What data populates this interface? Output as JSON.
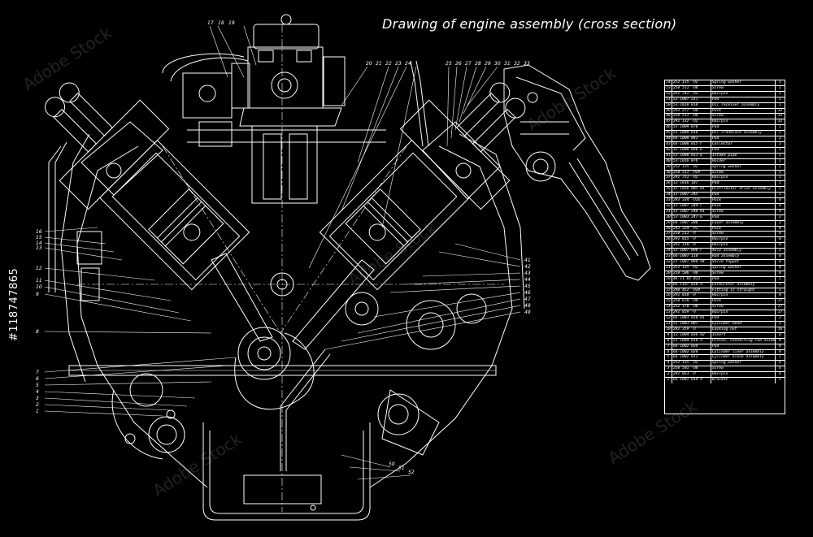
{
  "title": "Drawing of engine assembly (cross section)",
  "stock_id": "#118747865",
  "watermark": "Adobe Stock",
  "colors": {
    "background": "#000000",
    "line": "#ffffff"
  },
  "spec_rows": [
    {
      "n": "54",
      "d": "252 135 -П2",
      "name": "Spring washer",
      "q": "1"
    },
    {
      "n": "53",
      "d": "250 511 -П8",
      "name": "Screw",
      "q": "1"
    },
    {
      "n": "52",
      "d": "291 741 -П2",
      "name": "Hairpin",
      "q": "1"
    },
    {
      "n": "51",
      "d": "52-1007 217",
      "name": "Pad",
      "q": "1"
    },
    {
      "n": "50",
      "d": "53-1010 010",
      "name": "Oil receiver assembly",
      "q": "1"
    },
    {
      "n": "49",
      "d": "293 277 -П8",
      "name": "Puck",
      "q": "32"
    },
    {
      "n": "48",
      "d": "250 511 -П8",
      "name": "Screw",
      "q": "32"
    },
    {
      "n": "47",
      "d": "291 132 -П2",
      "name": "Hairpin",
      "q": "32"
    },
    {
      "n": "46",
      "d": "53-1009 070",
      "name": "Pad",
      "q": "1"
    },
    {
      "n": "45",
      "d": "53-1009 010",
      "name": "Oil crankcase assembly",
      "q": "1"
    },
    {
      "n": "44",
      "d": "66-1008 081",
      "name": "Pad",
      "q": "2"
    },
    {
      "n": "43",
      "d": "66-1008 015-Г",
      "name": "Collector",
      "q": "2"
    },
    {
      "n": "42",
      "d": "13-1008 090-Б",
      "name": "Pad",
      "q": "1"
    },
    {
      "n": "41",
      "d": "53-1008 013-Б",
      "name": "Intake pipe",
      "q": "1"
    },
    {
      "n": "40",
      "d": "53-1016 076",
      "name": "Holder",
      "q": "1"
    },
    {
      "n": "39",
      "d": "252 135 -П2",
      "name": "Spring washer",
      "q": "1"
    },
    {
      "n": "38",
      "d": "250 511 -П29",
      "name": "Screw",
      "q": "1"
    },
    {
      "n": "37",
      "d": "291 751 -П2",
      "name": "Hairpin",
      "q": "1"
    },
    {
      "n": "36",
      "d": "13-1016 187",
      "name": "Pad",
      "q": "1"
    },
    {
      "n": "35",
      "d": "13-1016 005-01",
      "name": "Distributor drive assembly",
      "q": "1"
    },
    {
      "n": "34",
      "d": "13-1007 245",
      "name": "Pad",
      "q": "1"
    },
    {
      "n": "33",
      "d": "293 324 -П16",
      "name": "Puck",
      "q": "4"
    },
    {
      "n": "32",
      "d": "13-1007 244-Г",
      "name": "Puck",
      "q": "4"
    },
    {
      "n": "31",
      "d": "13-1007 248-01",
      "name": "Screw",
      "q": "4"
    },
    {
      "n": "30",
      "d": "53-1003 247-Б",
      "name": "Pad",
      "q": "2"
    },
    {
      "n": "29",
      "d": "66-1007 200",
      "name": "Cover assembly",
      "q": "2"
    },
    {
      "n": "28",
      "d": "293 324 -П1",
      "name": "Puck",
      "q": "8"
    },
    {
      "n": "27",
      "d": "250 511 -П",
      "name": "Screw",
      "q": "8"
    },
    {
      "n": "26",
      "d": "291 815 -П",
      "name": "Hairpin",
      "q": "8"
    },
    {
      "n": "25",
      "d": "291 118 -П",
      "name": "Hairpin",
      "q": "8"
    },
    {
      "n": "24",
      "d": "13-1007 098-Г",
      "name": "Axle assembly",
      "q": "2"
    },
    {
      "n": "23",
      "d": "66-1007 110",
      "name": "Rod assembly",
      "q": "8"
    },
    {
      "n": "22",
      "d": "21-1007 090 А4",
      "name": "Valve tappet",
      "q": "8"
    },
    {
      "n": "21",
      "d": "252 135 -П2",
      "name": "Spring washer",
      "q": "8"
    },
    {
      "n": "20",
      "d": "250 506 -П8",
      "name": "Screw",
      "q": "8"
    },
    {
      "n": "19",
      "d": "46-11 01 013",
      "name": "Pad",
      "q": "1"
    },
    {
      "n": "18",
      "d": "66-1107 010-А",
      "name": "Carburetor assembly",
      "q": "1"
    },
    {
      "n": "17",
      "d": "298 452 -П29",
      "name": "Fitting is straight",
      "q": "1"
    },
    {
      "n": "16",
      "d": "291 810 -П",
      "name": "Hairpin",
      "q": "4"
    },
    {
      "n": "15",
      "d": "250 678 -П8",
      "name": "Puck",
      "q": "17"
    },
    {
      "n": "14",
      "d": "252 178 -П8",
      "name": "Screw",
      "q": "17"
    },
    {
      "n": "13",
      "d": "291 859 -П",
      "name": "Hairpin",
      "q": "17"
    },
    {
      "n": "12",
      "d": "66-1003 010-01",
      "name": "Pad",
      "q": "2"
    },
    {
      "n": "11",
      "d": "53-1003 007",
      "name": "Cylinder head",
      "q": "2"
    },
    {
      "n": "10",
      "d": "292 359 -П",
      "name": "Locking nut",
      "q": "16"
    },
    {
      "n": "9",
      "d": "13-1004 036-А2",
      "name": "Insert",
      "q": "8"
    },
    {
      "n": "8",
      "d": "53-1004 010-А",
      "name": "Piston, connecting rod assembly",
      "q": "8"
    },
    {
      "n": "7",
      "d": "66-1002 024",
      "name": "Pad",
      "q": "8"
    },
    {
      "n": "6",
      "d": "66-1002 020",
      "name": "Cylinder liner assembly",
      "q": "8"
    },
    {
      "n": "5",
      "d": "66-1002 011",
      "name": "Cylinder block assembly",
      "q": "1"
    },
    {
      "n": "4",
      "d": "252 135 -П2",
      "name": "Spring washer",
      "q": "6"
    },
    {
      "n": "3",
      "d": "250 501 -П8",
      "name": "Screw",
      "q": "6"
    },
    {
      "n": "2",
      "d": "291 853 -П",
      "name": "Hairpin",
      "q": "6"
    },
    {
      "n": "1",
      "d": "66-1001 014-А",
      "name": "Bracket",
      "q": "1"
    }
  ],
  "callouts_top_left": [
    "17",
    "18",
    "19"
  ],
  "callouts_top_center": [
    "20",
    "21",
    "22",
    "23",
    "24"
  ],
  "callouts_top_right": [
    "25",
    "26",
    "27",
    "28",
    "29",
    "30",
    "31",
    "32",
    "33"
  ],
  "callouts_left": [
    "16",
    "15",
    "14",
    "13",
    "12",
    "11",
    "10",
    "9",
    "8",
    "7",
    "6",
    "5",
    "4",
    "3",
    "2",
    "1"
  ],
  "callouts_right": [
    "41",
    "42",
    "43",
    "44",
    "45",
    "46",
    "47",
    "48",
    "49"
  ],
  "callouts_bottom": [
    "50",
    "51",
    "52"
  ]
}
